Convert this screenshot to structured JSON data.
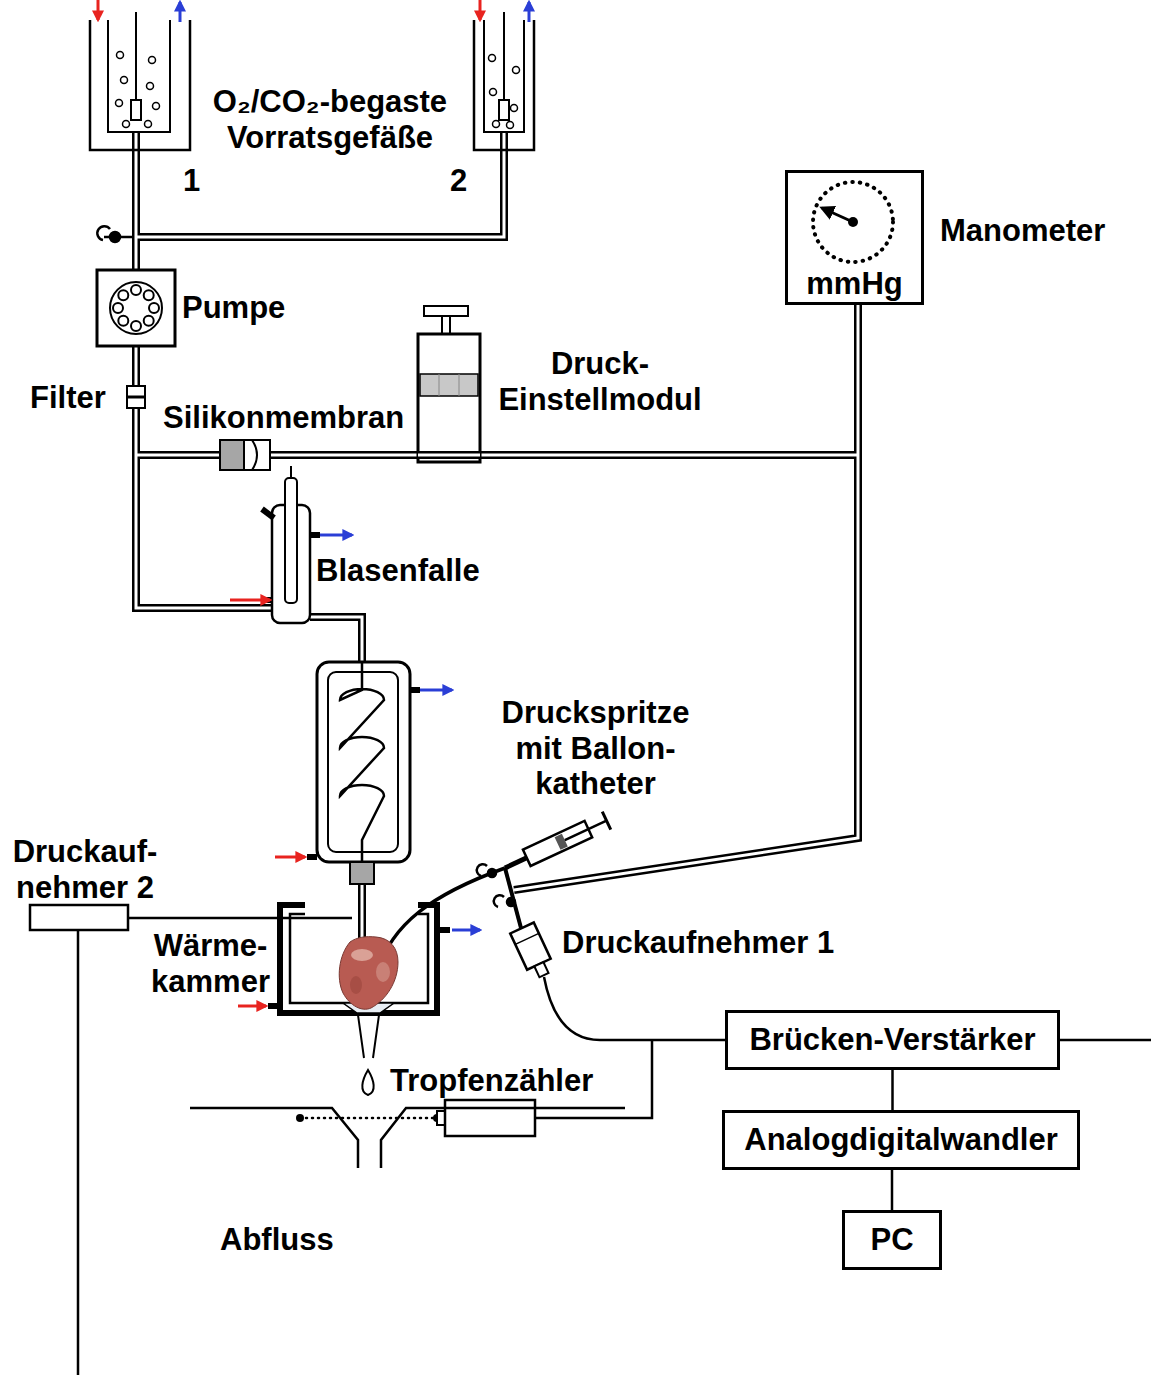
{
  "diagram": {
    "nodes": [
      {
        "text": [
          "Manometer",
          "mmHg"
        ]
      },
      {
        "text": [
          "Brücken-Verstärker"
        ]
      },
      {
        "text": [
          "Analogdigitalwandler"
        ]
      },
      {
        "text": [
          "PC"
        ]
      }
    ],
    "edges": [
      {
        "from": 1,
        "to": 2,
        "arrow": "none"
      },
      {
        "from": 2,
        "to": 3,
        "arrow": "none"
      }
    ],
    "labels": [
      "O₂/CO₂-begaste Vorratsgefäße",
      "1",
      "2",
      "Pumpe",
      "Filter",
      "Silikonmembran",
      "Druck- Einstellmodul",
      "Blasenfalle",
      "Druckspritze mit Ballon- katheter",
      "Druckauf- nehmer 2",
      "Druckaufnehmer 1",
      "Wärme- kammer",
      "Tropfenzähler",
      "Abfluss"
    ]
  }
}
